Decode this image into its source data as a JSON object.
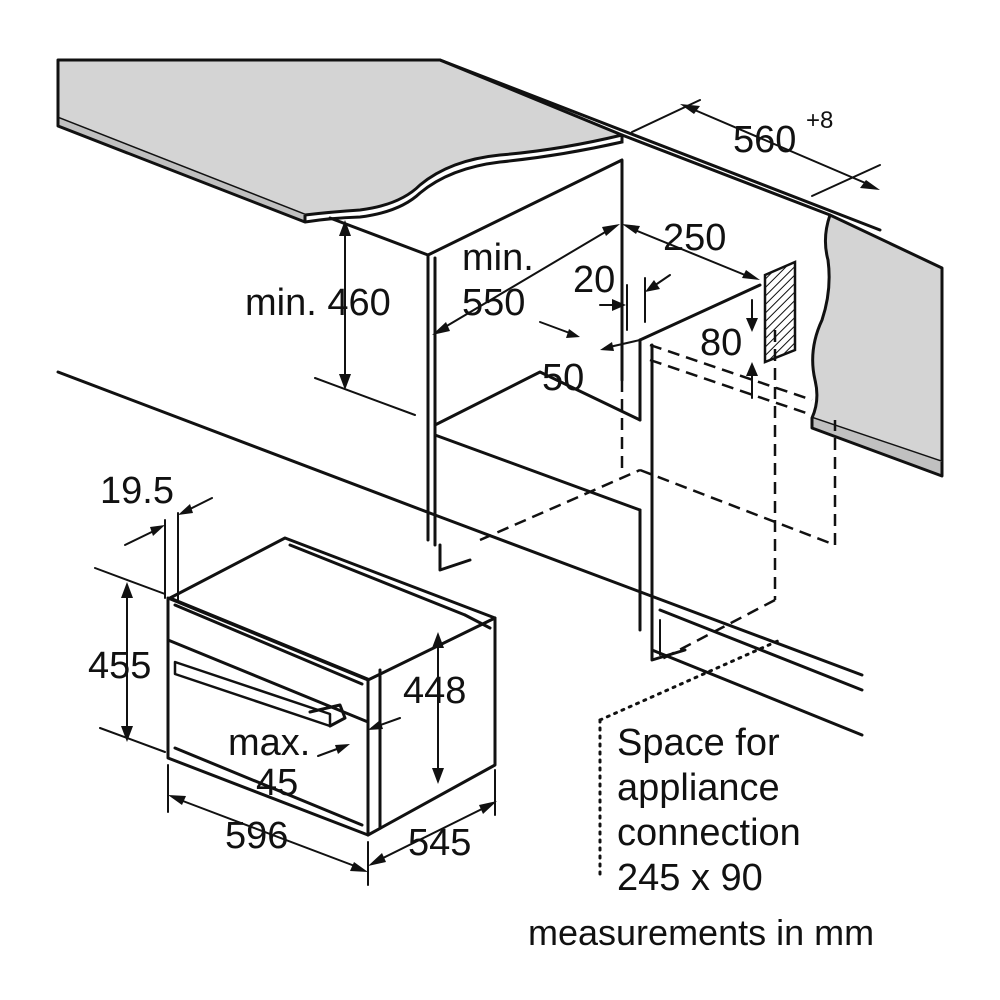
{
  "diagram": {
    "colors": {
      "line": "#111111",
      "countertop": "#d4d4d4",
      "background": "#ffffff"
    },
    "dimensions": {
      "niche_width": "560",
      "niche_width_tolerance": "+8",
      "vent_width": "250",
      "min_depth_line1": "min.",
      "min_depth_line2": "550",
      "gap": "20",
      "min_height": "min. 460",
      "vent_height": "80",
      "recess": "50",
      "front_panel_depth": "19.5",
      "front_height": "455",
      "body_height": "448",
      "max_line1": "max.",
      "max_line2": "45",
      "width": "596",
      "depth": "545"
    },
    "connection_note": [
      "Space for",
      "appliance",
      "connection",
      "245 x 90"
    ],
    "units_note": "measurements in mm"
  }
}
